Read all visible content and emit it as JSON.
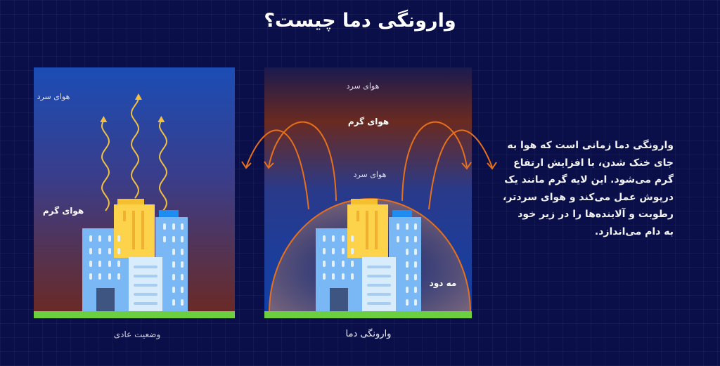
{
  "title": "وارونگی دما چیست؟",
  "normal_panel": {
    "caption": "وضعیت عادی",
    "cold_air": "هوای سرد",
    "warm_air": "هوای گرم"
  },
  "inversion_panel": {
    "caption": "وارونگی دما",
    "cold_air_top": "هوای سرد",
    "warm_air": "هوای گرم",
    "cold_air_bottom": "هوای سرد",
    "smog": "مه دود"
  },
  "description": {
    "lines": [
      "وارونگی دما زمانی است که هوا به",
      "جای خنک شدن، با افزایش ارتفاع",
      "گرم می‌شود. این لایه گرم مانند یک",
      "درپوش عمل می‌کند و هوای سردتر،",
      "رطوبت و آلاینده‌ها را در زیر خود",
      "به دام می‌اندازد."
    ]
  },
  "colors": {
    "background": "#0a0f4a",
    "arrow_warm": "#f0c040",
    "arrow_inversion": "#e8701a",
    "ground": "#6ccf3f"
  }
}
